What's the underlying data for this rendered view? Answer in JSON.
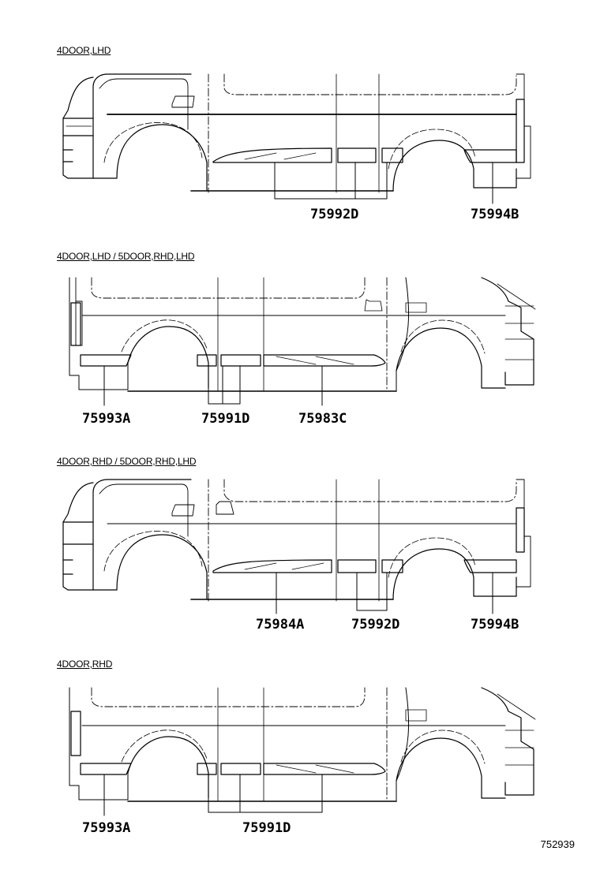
{
  "diagram_id": "752939",
  "sections": [
    {
      "title": "4DOOR,LHD",
      "parts": [
        "75992D",
        "75994B"
      ]
    },
    {
      "title": "4DOOR,LHD / 5DOOR,RHD,LHD",
      "parts": [
        "75993A",
        "75991D",
        "75983C"
      ]
    },
    {
      "title": "4DOOR,RHD / 5DOOR,RHD,LHD",
      "parts": [
        "75984A",
        "75992D",
        "75994B"
      ]
    },
    {
      "title": "4DOOR,RHD",
      "parts": [
        "75993A",
        "75991D"
      ]
    }
  ]
}
